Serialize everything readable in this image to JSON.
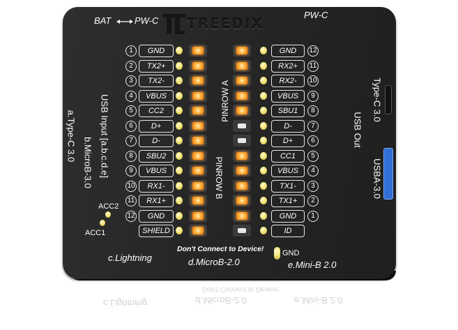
{
  "brand": "TREEDIX",
  "labels": {
    "bat_pwc": "BAT",
    "bat_pwc_right": "PW-C",
    "pwc": "PW-C",
    "pinrow_a": "PINROW A",
    "pinrow_b": "PINROW B",
    "usb_input": "USB Input [a.b.c.d.e]",
    "type_c_in": "a.Type-C 3.0",
    "microb30": "b.MicroB-3.0",
    "type_c_out": "Type-C 3.0",
    "usb_out": "USB Out",
    "usba": "USBA-3.0",
    "acc2": "ACC2",
    "acc1": "ACC1",
    "lightning": "c.Lightning",
    "microb20": "d.MicroB-2.0",
    "minib": "e.Mini-B 2.0",
    "dont_connect": "Don't Connect to Device!",
    "gnd_bottom": "GND"
  },
  "left_pins": [
    {
      "num": "1",
      "label": "GND"
    },
    {
      "num": "2",
      "label": "TX2+"
    },
    {
      "num": "3",
      "label": "TX2-"
    },
    {
      "num": "4",
      "label": "VBUS"
    },
    {
      "num": "5",
      "label": "CC2"
    },
    {
      "num": "6",
      "label": "D+"
    },
    {
      "num": "7",
      "label": "D-"
    },
    {
      "num": "8",
      "label": "SBU2"
    },
    {
      "num": "9",
      "label": "VBUS"
    },
    {
      "num": "10",
      "label": "RX1-"
    },
    {
      "num": "11",
      "label": "RX1+"
    },
    {
      "num": "12",
      "label": "GND"
    },
    {
      "num": "",
      "label": "SHIELD"
    }
  ],
  "right_pins": [
    {
      "num": "12",
      "label": "GND"
    },
    {
      "num": "11",
      "label": "RX2+"
    },
    {
      "num": "10",
      "label": "RX2-"
    },
    {
      "num": "9",
      "label": "VBUS"
    },
    {
      "num": "8",
      "label": "SBU1"
    },
    {
      "num": "7",
      "label": "D-"
    },
    {
      "num": "6",
      "label": "D+"
    },
    {
      "num": "5",
      "label": "CC1"
    },
    {
      "num": "4",
      "label": "VBUS"
    },
    {
      "num": "3",
      "label": "TX1-"
    },
    {
      "num": "2",
      "label": "TX1+"
    },
    {
      "num": "1",
      "label": "GND"
    },
    {
      "num": "",
      "label": "ID"
    }
  ],
  "led_states_left": [
    1,
    1,
    1,
    1,
    1,
    1,
    1,
    1,
    1,
    1,
    1,
    1,
    1
  ],
  "led_states_right": [
    1,
    1,
    1,
    1,
    1,
    0,
    0,
    1,
    1,
    1,
    1,
    1,
    0
  ],
  "colors": {
    "body": "#262626",
    "led": "#ff9a2a",
    "usb_blue": "#2f6fd6"
  }
}
